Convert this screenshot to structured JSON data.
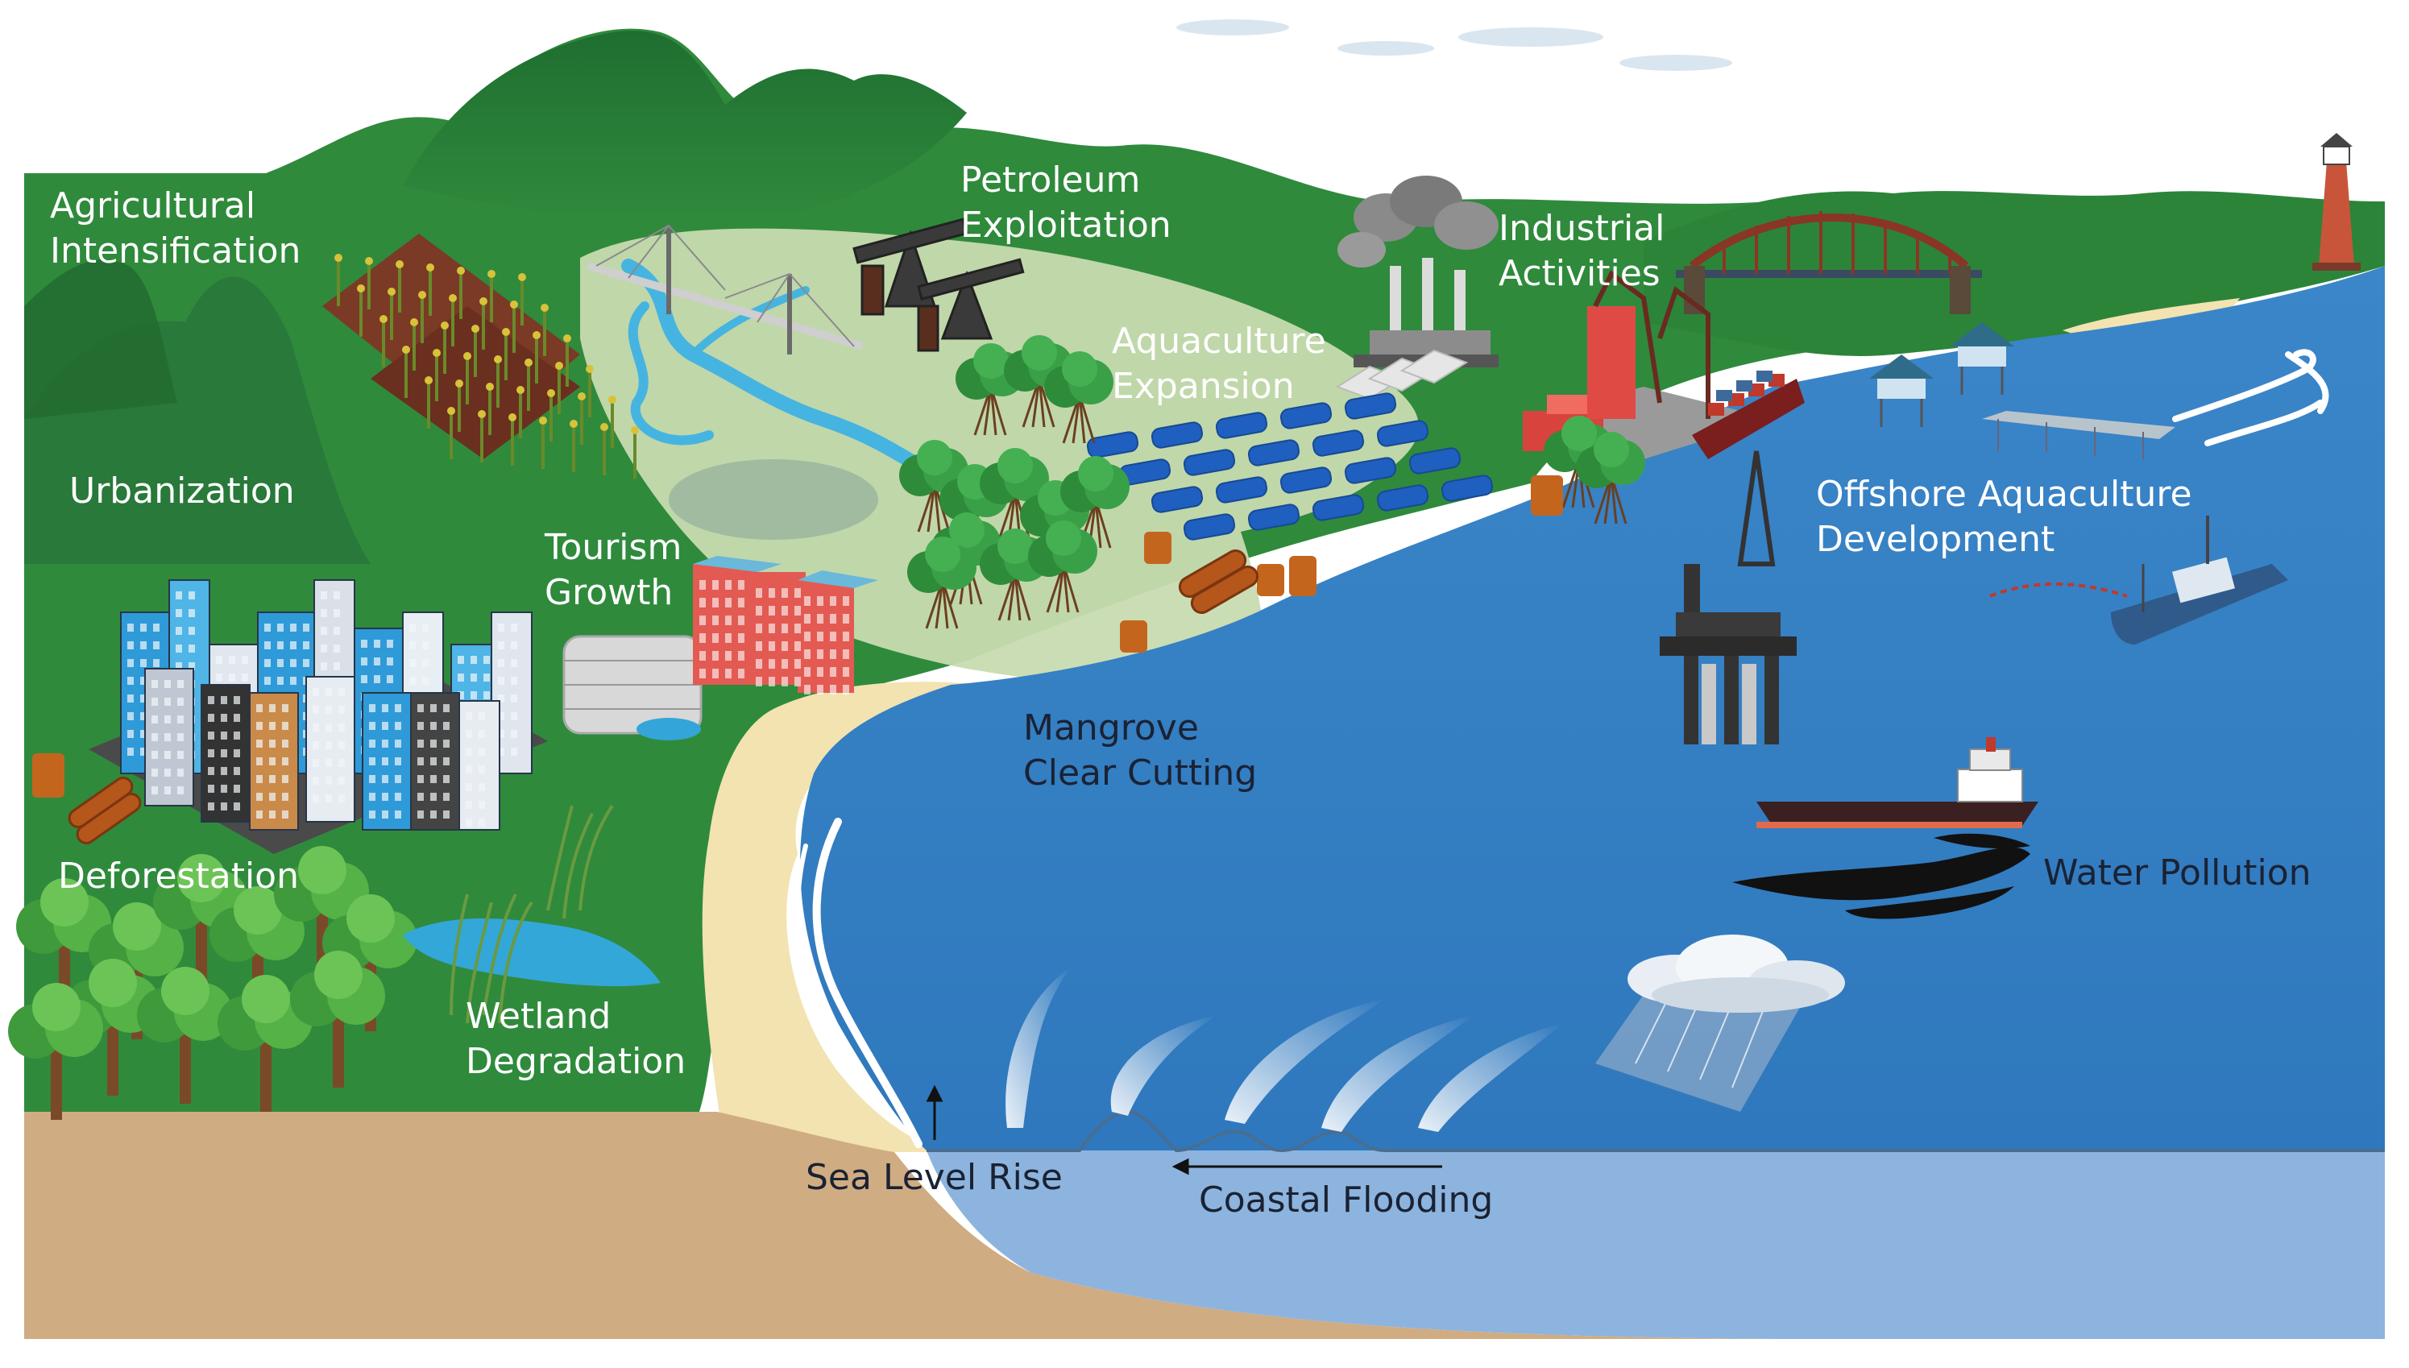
{
  "labels": {
    "agricultural_intensification": [
      "Agricultural",
      "Intensification"
    ],
    "petroleum_exploitation": [
      "Petroleum",
      "Exploitation"
    ],
    "industrial_activities": [
      "Industrial",
      "Activities"
    ],
    "aquaculture_expansion": [
      "Aquaculture",
      "Expansion"
    ],
    "urbanization": [
      "Urbanization"
    ],
    "tourism_growth": [
      "Tourism",
      "Growth"
    ],
    "offshore_aquaculture": [
      "Offshore Aquaculture",
      "Development"
    ],
    "mangrove_clear_cutting": [
      "Mangrove",
      "Clear Cutting"
    ],
    "water_pollution": [
      "Water Pollution"
    ],
    "deforestation": [
      "Deforestation"
    ],
    "wetland_degradation": [
      "Wetland",
      "Degradation"
    ],
    "sea_level_rise": [
      "Sea Level Rise"
    ],
    "coastal_flooding": [
      "Coastal Flooding"
    ]
  },
  "colors": {
    "land_green": "#2f8a3c",
    "mountain_dark": "#1e6a2e",
    "lowland_pale": "#c8dbb0",
    "sea_blue": "#3a84c7",
    "sea_shallow": "#8db4de",
    "sand": "#f2e3b1",
    "soil": "#d0ac82",
    "text_light": "#ffffff",
    "text_dark": "#1a2233"
  },
  "icons": [
    "cornfield-icon",
    "pumpjack-icon",
    "factory-smoke-icon",
    "bridge-icon",
    "lighthouse-icon",
    "city-buildings-icon",
    "hotel-icon",
    "aquaculture-ponds-icon",
    "mangrove-trees-icon",
    "tree-stump-icon",
    "log-icon",
    "stilt-houses-icon",
    "oil-rig-icon",
    "fishing-trawler-icon",
    "tanker-ship-icon",
    "oil-spill-icon",
    "rain-cloud-icon",
    "forest-trees-icon",
    "reeds-icon",
    "cargo-port-icon"
  ]
}
